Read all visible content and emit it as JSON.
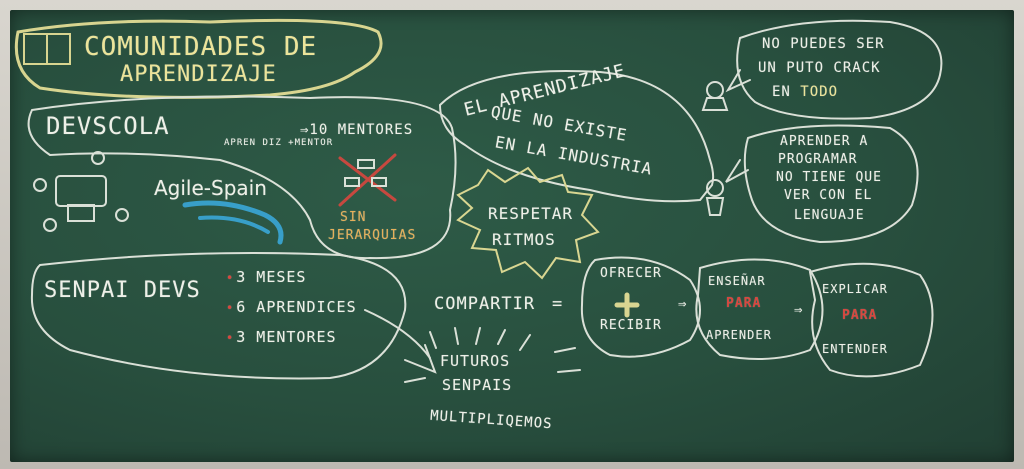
{
  "title": {
    "line1": "COMUNIDADES DE",
    "line2": "APRENDIZAJE"
  },
  "devscola": {
    "name": "DEVSCOLA",
    "arrow_text": "⇒10 MENTORES",
    "pair_label": "APREN DIZ +MENTOR",
    "no_hierarchy_line1": "SIN",
    "no_hierarchy_line2": "JERARQUIAS"
  },
  "agile_spain": "Agile-Spain",
  "industry": {
    "line1": "EL APRENDIZAJE",
    "line2": "QUE NO EXISTE",
    "line3": "EN LA INDUSTRIA"
  },
  "respect": {
    "line1": "RESPETAR",
    "line2": "RITMOS"
  },
  "bubble_top": {
    "line1": "NO PUEDES SER",
    "line2": "UN PUTO CRACK",
    "line3_pre": "EN ",
    "line3_highlight": "TODO"
  },
  "bubble_mid": {
    "line1": "APRENDER A",
    "line2": "PROGRAMAR",
    "line3": "NO TIENE QUE",
    "line4": "VER CON EL",
    "line5": "LENGUAJE"
  },
  "senpai": {
    "name": "SENPAI DEVS",
    "items": [
      "3 MESES",
      "6 APRENDICES",
      "3 MENTORES"
    ]
  },
  "share": {
    "label": "COMPARTIR",
    "offer": "OFRECER",
    "receive": "RECIBIR",
    "teach": "ENSEÑAR",
    "for1": "PARA",
    "learn": "APRENDER",
    "explain": "EXPLICAR",
    "for2": "PARA",
    "understand": "ENTENDER"
  },
  "future": {
    "line1": "FUTUROS",
    "line2": "SENPAIS",
    "line3": "MULTIPLIQEMOS"
  },
  "colors": {
    "board": "#2e5b47",
    "chalk": "#eef0e8",
    "yellow": "#ece49a",
    "red": "#d8473f",
    "blue": "#3aa7d8"
  }
}
